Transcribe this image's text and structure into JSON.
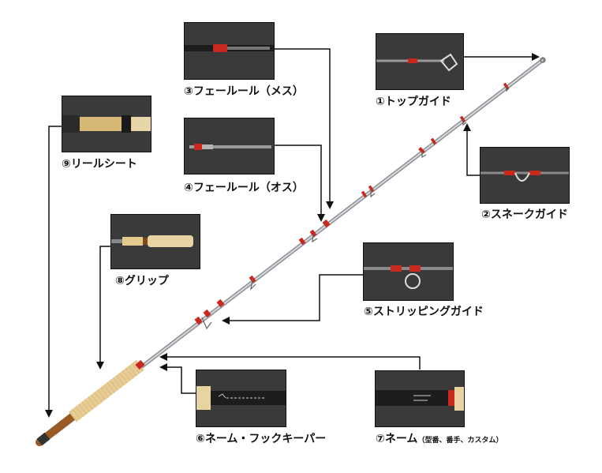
{
  "colors": {
    "thread": "#c8281e",
    "blank": "#b9bcc0",
    "cork": "#e6c98f",
    "reel": "#a0622a",
    "photo_bg": "#2b2b2b",
    "arrow": "#111111"
  },
  "labels": {
    "top_guide": "①トップガイド",
    "snake_guide": "②スネークガイド",
    "ferrule_female": "③フェールール（メス）",
    "ferrule_male": "④フェールール（オス）",
    "stripping_guide": "⑤ストリッピングガイド",
    "name_hook_keeper": "⑥ネーム・フックキーパー",
    "name": "⑦ネーム",
    "name_note": "（型番、番手、カスタム）",
    "grip": "⑧グリップ",
    "reel_seat": "⑨リールシート"
  }
}
